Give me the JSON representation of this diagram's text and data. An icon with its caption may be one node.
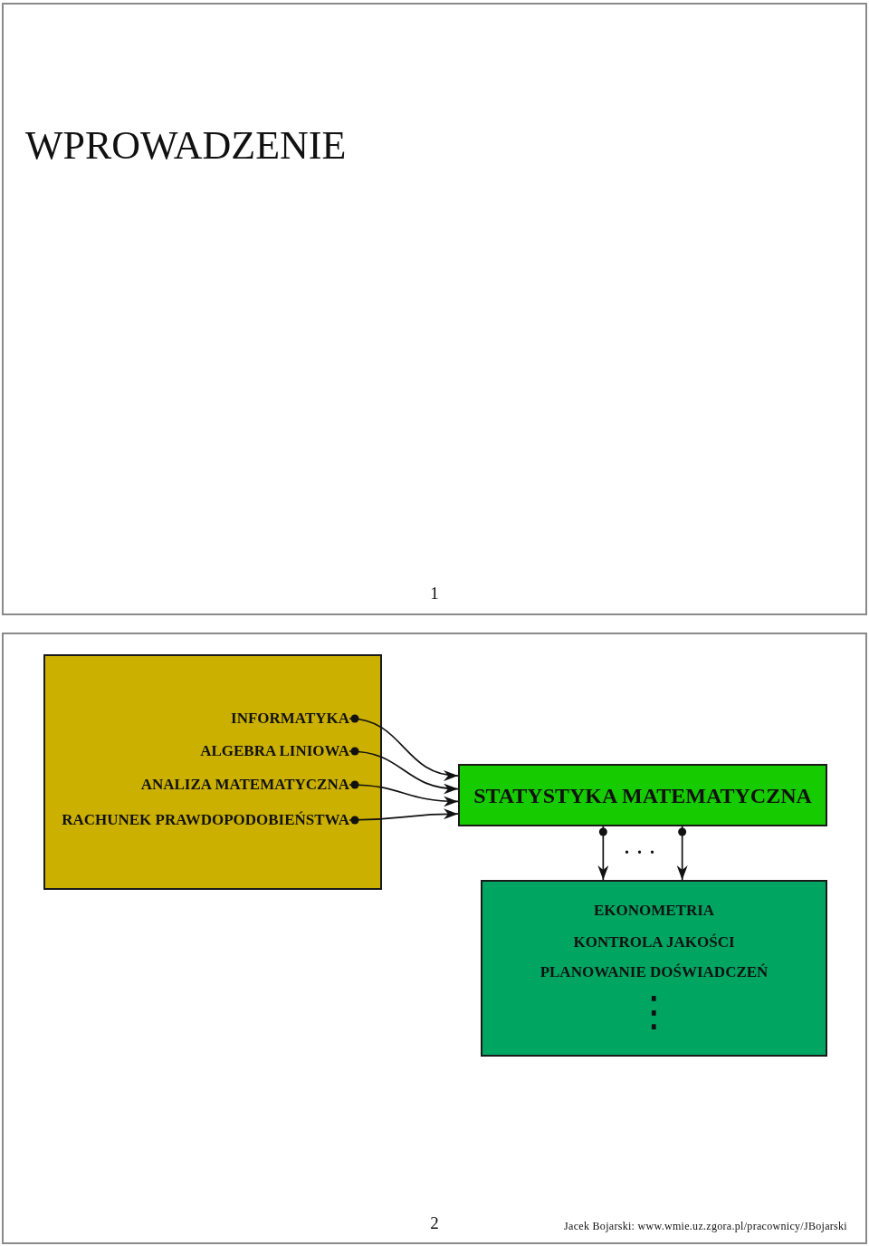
{
  "diagram": {
    "title": "WPROWADZENIE",
    "nodes": [
      {
        "text": [],
        "shape": "box"
      },
      {
        "text": [
          "INFORMATYKA"
        ],
        "in": 0
      },
      {
        "text": [
          "ALGEBRA LINIOWA"
        ],
        "in": 0
      },
      {
        "text": [
          "ANALIZA MATEMATYCZNA"
        ],
        "in": 0
      },
      {
        "text": [
          "RACHUNEK PRAWDOPODOBIEŃSTWA"
        ],
        "in": 0
      },
      {
        "text": [
          "STATYSTYKA MATEMATYCZNA"
        ]
      },
      {
        "text": [
          "EKONOMETRIA",
          "KONTROLA JAKOŚCI",
          "PLANOWANIE DOŚWIADCZEŃ",
          "⋮"
        ]
      }
    ],
    "edges": [
      {
        "from": 1,
        "to": 5,
        "arrow": "to"
      },
      {
        "from": 2,
        "to": 5,
        "arrow": "to"
      },
      {
        "from": 3,
        "to": 5,
        "arrow": "to"
      },
      {
        "from": 4,
        "to": 5,
        "arrow": "to"
      },
      {
        "from": 5,
        "to": 6,
        "arrow": "to"
      },
      {
        "from": 5,
        "to": 6,
        "arrow": "to"
      }
    ],
    "labels": [
      "1",
      "...",
      "2",
      "Jacek Bojarski: www.wmie.uz.zgora.pl/pracownicy/JBojarski"
    ]
  }
}
